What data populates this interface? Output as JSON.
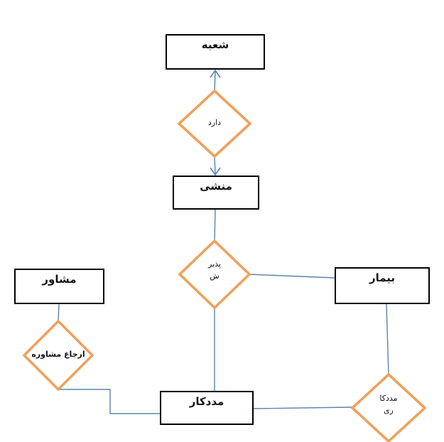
{
  "diagram": {
    "kind": "entity-relationship-diagram",
    "entities": {
      "branch": {
        "label": "شعبه"
      },
      "secretary": {
        "label": "منشی"
      },
      "consultant": {
        "label": "مشاور"
      },
      "patient": {
        "label": "بیمار"
      },
      "social_worker": {
        "label": "مددکار"
      }
    },
    "relationships": {
      "has": {
        "label": "دارد"
      },
      "admission": {
        "label_line1": "پذیر",
        "label_line2": "ش"
      },
      "consultation_referral": {
        "label": "ارجاع مشاوره"
      },
      "social_working": {
        "label_line1": "مددکا",
        "label_line2": "ری"
      }
    },
    "colors": {
      "diamond_stroke": "#F0A05C",
      "connector": "#5B83AB",
      "arrow": "#4F81BD",
      "entity_border": "#000000",
      "background": "#FFFFFF"
    }
  }
}
